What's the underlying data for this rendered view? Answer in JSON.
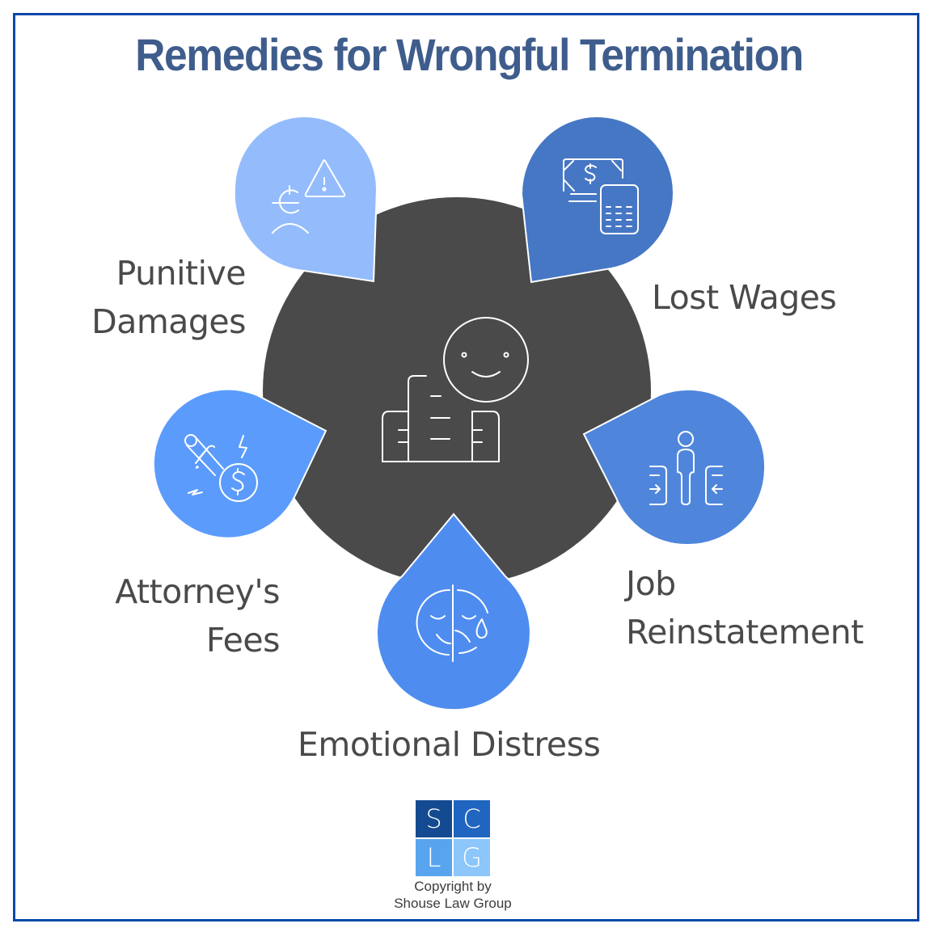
{
  "title": "Remedies for Wrongful Termination",
  "colors": {
    "title": "#3f5d8c",
    "border": "#0a47a8",
    "center_circle": "#4a4a4a",
    "label_text": "#4a4a4a",
    "icon_stroke": "#ffffff"
  },
  "center": {
    "icon": "happy-employee-building-icon"
  },
  "remedies": [
    {
      "id": "punitive",
      "label_lines": [
        "Punitive",
        "Damages"
      ],
      "icon": "person-warning-icon",
      "color": "#94bcfc"
    },
    {
      "id": "lost-wages",
      "label_lines": [
        "Lost Wages"
      ],
      "icon": "money-calculator-icon",
      "color": "#4677c4"
    },
    {
      "id": "job",
      "label_lines": [
        "Job",
        "Reinstatement"
      ],
      "icon": "person-reinstatement-icon",
      "color": "#4f86dc"
    },
    {
      "id": "emotional",
      "label_lines": [
        "Emotional Distress"
      ],
      "icon": "sad-happy-face-icon",
      "color": "#4f8cef"
    },
    {
      "id": "attorney",
      "label_lines": [
        "Attorney's",
        "Fees"
      ],
      "icon": "gavel-dollar-icon",
      "color": "#5b9bfc"
    }
  ],
  "logo": {
    "letters": [
      "S",
      "C",
      "L",
      "G"
    ],
    "colors": [
      "#144a91",
      "#2065c0",
      "#58a4ef",
      "#8cc6fb"
    ]
  },
  "copyright": {
    "line1": "Copyright by",
    "line2": "Shouse Law Group"
  }
}
